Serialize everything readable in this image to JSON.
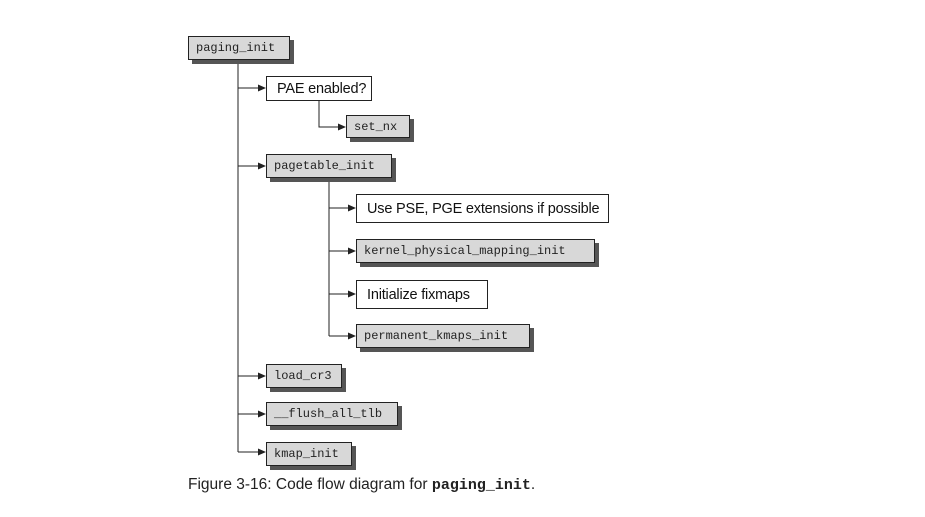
{
  "diagram": {
    "nodes": [
      {
        "id": "paging_init",
        "label": "paging_init",
        "kind": "func"
      },
      {
        "id": "pae_enabled",
        "label": "PAE enabled?",
        "kind": "text"
      },
      {
        "id": "set_nx",
        "label": "set_nx",
        "kind": "func"
      },
      {
        "id": "pagetable_init",
        "label": "pagetable_init",
        "kind": "func"
      },
      {
        "id": "use_pse",
        "label": "Use PSE, PGE extensions if possible",
        "kind": "text"
      },
      {
        "id": "kernel_physical_mapping_init",
        "label": "kernel_physical_mapping_init",
        "kind": "func"
      },
      {
        "id": "initialize_fixmaps",
        "label": "Initialize fixmaps",
        "kind": "text"
      },
      {
        "id": "permanent_kmaps_init",
        "label": "permanent_kmaps_init",
        "kind": "func"
      },
      {
        "id": "load_cr3",
        "label": "load_cr3",
        "kind": "func"
      },
      {
        "id": "flush_all_tlb",
        "label": "__flush_all_tlb",
        "kind": "func"
      },
      {
        "id": "kmap_init",
        "label": "kmap_init",
        "kind": "func"
      }
    ],
    "edges": [
      {
        "from": "paging_init",
        "to": "pae_enabled"
      },
      {
        "from": "pae_enabled",
        "to": "set_nx"
      },
      {
        "from": "paging_init",
        "to": "pagetable_init"
      },
      {
        "from": "pagetable_init",
        "to": "use_pse"
      },
      {
        "from": "pagetable_init",
        "to": "kernel_physical_mapping_init"
      },
      {
        "from": "pagetable_init",
        "to": "initialize_fixmaps"
      },
      {
        "from": "pagetable_init",
        "to": "permanent_kmaps_init"
      },
      {
        "from": "paging_init",
        "to": "load_cr3"
      },
      {
        "from": "paging_init",
        "to": "flush_all_tlb"
      },
      {
        "from": "paging_init",
        "to": "kmap_init"
      }
    ]
  },
  "caption": {
    "prefix": "Figure 3-16: Code flow diagram for ",
    "code": "paging_init",
    "suffix": "."
  }
}
